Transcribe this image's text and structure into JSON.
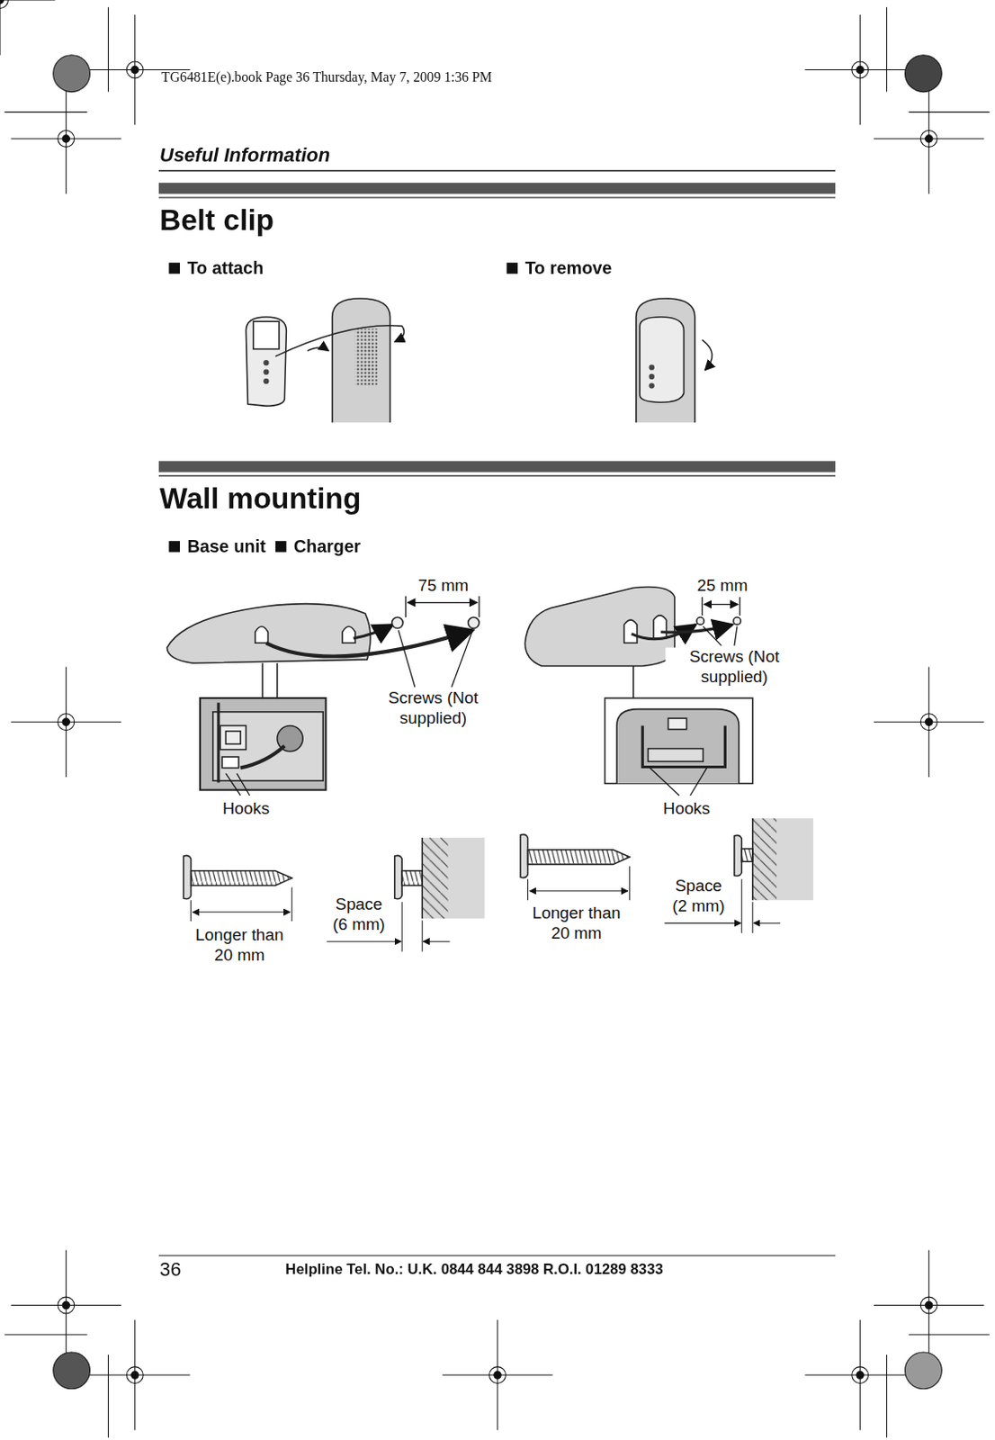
{
  "diagram": {
    "labels": [
      "TG6481E(e).book Page 36 Thursday, May 7, 2009 1:36 PM",
      "Useful Information",
      "Belt clip",
      "To attach",
      "To remove",
      "Wall mounting",
      "Base unit",
      "Charger",
      "75 mm",
      "Screws (Not supplied)",
      "Hooks",
      "25 mm",
      "Screws (Not supplied)",
      "Hooks",
      "Longer than 20 mm",
      "Space (6 mm)",
      "Longer than 20 mm",
      "Space (2 mm)",
      "36",
      "Helpline Tel. No.: U.K. 0844 844 3898 R.O.I. 01289 8333"
    ]
  }
}
